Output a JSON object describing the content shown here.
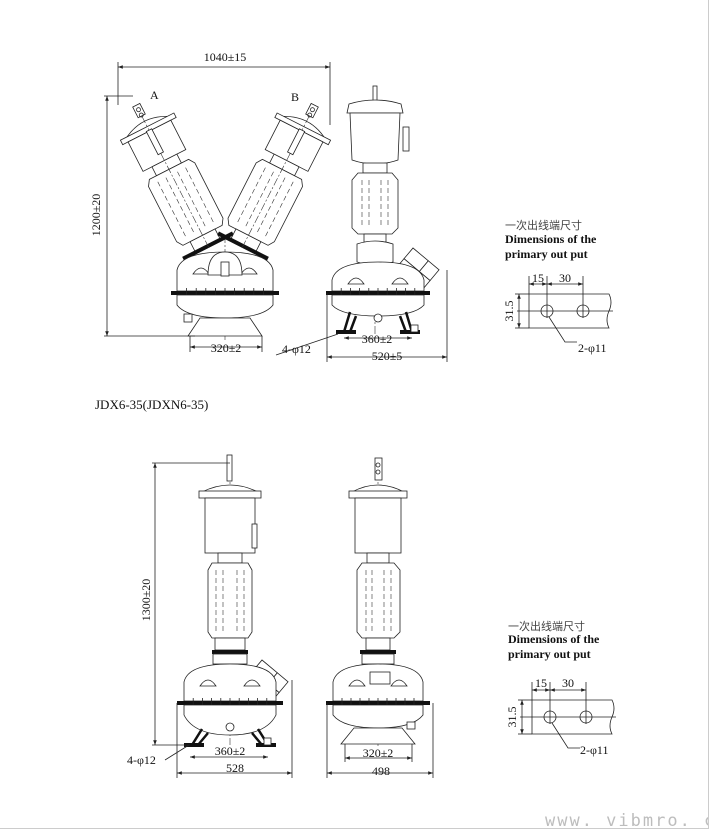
{
  "top_drawing": {
    "width_dim": "1040±15",
    "height_dim": "1200±20",
    "phase_a": "A",
    "phase_b": "B",
    "base_dim": "320±2",
    "holes_label": "4-φ12",
    "foot_spacing_dim": "360±2",
    "side_width_dim": "520±5"
  },
  "model_title": "JDX6-35(JDXN6-35)",
  "bottom_drawing": {
    "height_dim": "1300±20",
    "holes_label": "4-φ12",
    "foot_spacing_dim": "360±2",
    "front_width_dim": "528",
    "base_dim": "320±2",
    "side_width_dim": "498"
  },
  "terminal_detail_top": {
    "title_cn": "一次出线端尺寸",
    "title_en_1": "Dimensions of the",
    "title_en_2": "primary out put",
    "dim_edge": "15",
    "dim_pitch": "30",
    "dim_height": "31.5",
    "holes_label": "2-φ11"
  },
  "terminal_detail_bottom": {
    "title_cn": "一次出线端尺寸",
    "title_en_1": "Dimensions of the",
    "title_en_2": "primary out put",
    "dim_edge": "15",
    "dim_pitch": "30",
    "dim_height": "31.5",
    "holes_label": "2-φ11"
  },
  "watermark": "www. vibmro. com"
}
